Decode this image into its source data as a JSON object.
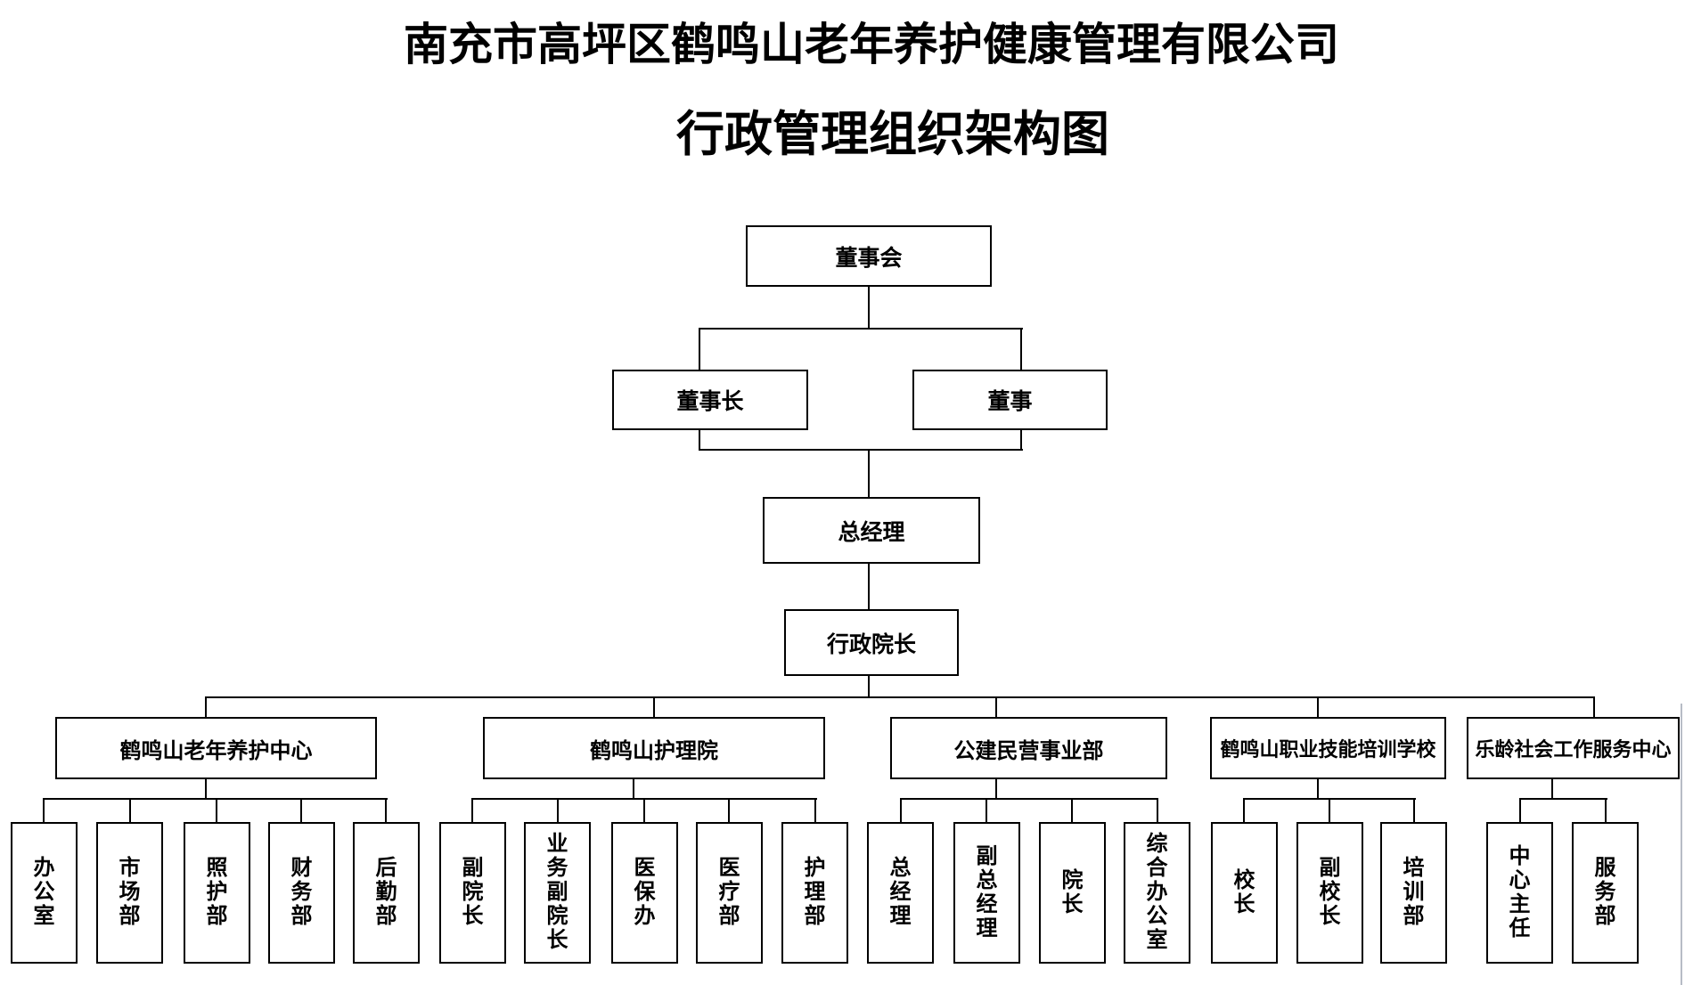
{
  "page": {
    "title": "南充市高坪区鹤鸣山老年养护健康管理有限公司",
    "subtitle": "行政管理组织架构图"
  },
  "org": {
    "board": {
      "label": "董事会"
    },
    "executives": [
      {
        "label": "董事长"
      },
      {
        "label": "董事"
      }
    ],
    "general_manager": {
      "label": "总经理"
    },
    "admin_president": {
      "label": "行政院长"
    },
    "branches": [
      {
        "label": "鹤鸣山老年养护中心",
        "departments": [
          {
            "label": "办公室"
          },
          {
            "label": "市场部"
          },
          {
            "label": "照护部"
          },
          {
            "label": "财务部"
          },
          {
            "label": "后勤部"
          }
        ]
      },
      {
        "label": "鹤鸣山护理院",
        "departments": [
          {
            "label": "副院长"
          },
          {
            "label": "业务副院长"
          },
          {
            "label": "医保办"
          },
          {
            "label": "医疗部"
          },
          {
            "label": "护理部"
          }
        ]
      },
      {
        "label": "公建民营事业部",
        "departments": [
          {
            "label": "总经理"
          },
          {
            "label": "副总经理"
          },
          {
            "label": "院长"
          },
          {
            "label": "综合办公室"
          }
        ]
      },
      {
        "label": "鹤鸣山职业技能培训学校",
        "departments": [
          {
            "label": "校长"
          },
          {
            "label": "副校长"
          },
          {
            "label": "培训部"
          }
        ]
      },
      {
        "label": "乐龄社会工作服务中心",
        "departments": [
          {
            "label": "中心主任"
          },
          {
            "label": "服务部"
          }
        ]
      }
    ]
  },
  "colors": {
    "line": "#000000",
    "box_border": "#000000",
    "background": "#ffffff",
    "page_edge_artifact": "#b7bcc6"
  }
}
